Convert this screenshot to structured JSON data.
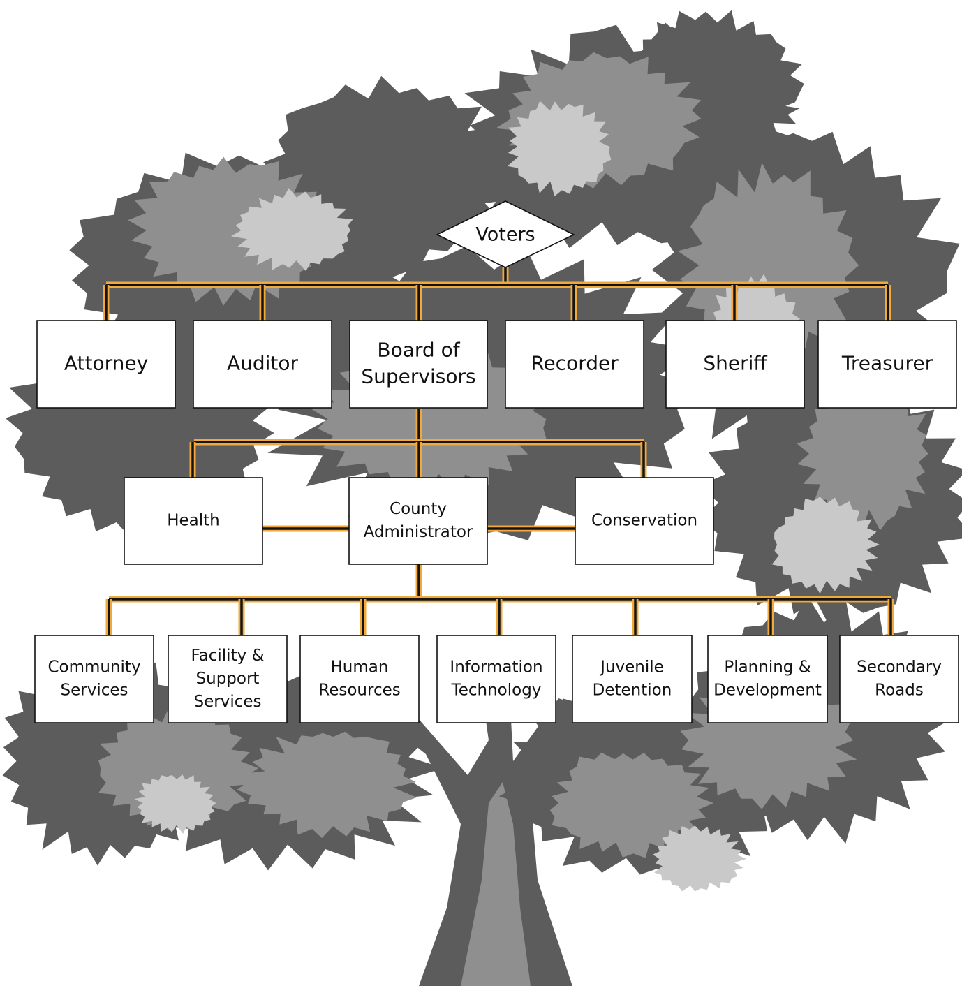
{
  "diagram": {
    "root": "Voters",
    "elected_offices": [
      "Attorney",
      "Auditor",
      [
        "Board of",
        "Supervisors"
      ],
      "Recorder",
      "Sheriff",
      "Treasurer"
    ],
    "board_reports": [
      "Health",
      [
        "County",
        "Administrator"
      ],
      "Conservation"
    ],
    "administrator_departments": [
      [
        "Community",
        "Services"
      ],
      [
        "Facility &",
        "Support",
        "Services"
      ],
      [
        "Human",
        "Resources"
      ],
      [
        "Information",
        "Technology"
      ],
      [
        "Juvenile",
        "Detention"
      ],
      [
        "Planning &",
        "Development"
      ],
      [
        "Secondary",
        "Roads"
      ]
    ]
  },
  "colors": {
    "connector_outer": "#f2a93b",
    "connector_inner": "#141414",
    "tree_dark": "#5c5c5c",
    "tree_mid": "#8f8f8f",
    "tree_light": "#c9c9c9"
  }
}
